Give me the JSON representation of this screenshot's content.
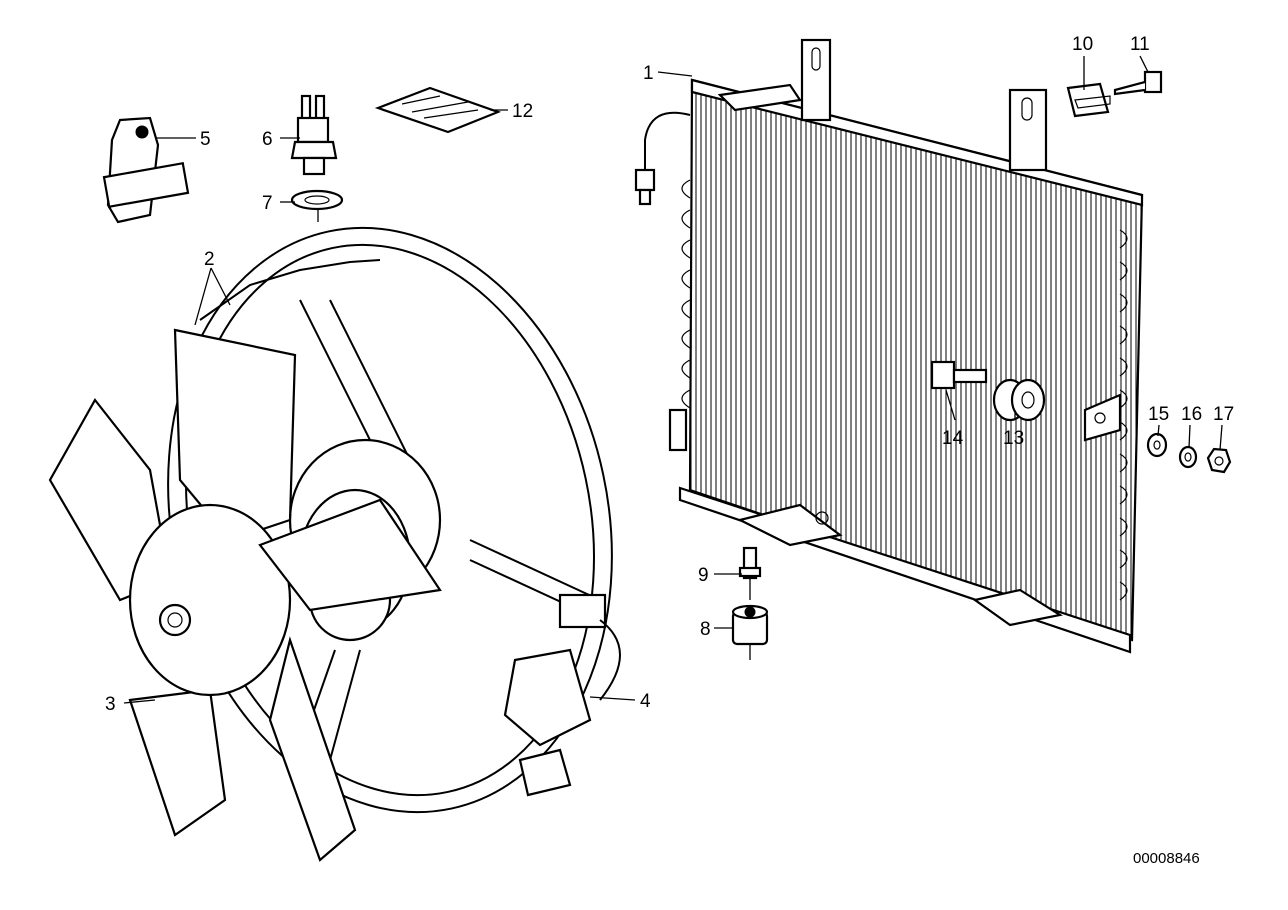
{
  "diagram": {
    "reference_number": "00008846",
    "callouts": [
      {
        "id": "1",
        "label": "1"
      },
      {
        "id": "2",
        "label": "2"
      },
      {
        "id": "3",
        "label": "3"
      },
      {
        "id": "4",
        "label": "4"
      },
      {
        "id": "5",
        "label": "5"
      },
      {
        "id": "6",
        "label": "6"
      },
      {
        "id": "7",
        "label": "7"
      },
      {
        "id": "8",
        "label": "8"
      },
      {
        "id": "9",
        "label": "9"
      },
      {
        "id": "10",
        "label": "10"
      },
      {
        "id": "11",
        "label": "11"
      },
      {
        "id": "12",
        "label": "12"
      },
      {
        "id": "13",
        "label": "13"
      },
      {
        "id": "14",
        "label": "14"
      },
      {
        "id": "15",
        "label": "15"
      },
      {
        "id": "16",
        "label": "16"
      },
      {
        "id": "17",
        "label": "17"
      }
    ]
  }
}
